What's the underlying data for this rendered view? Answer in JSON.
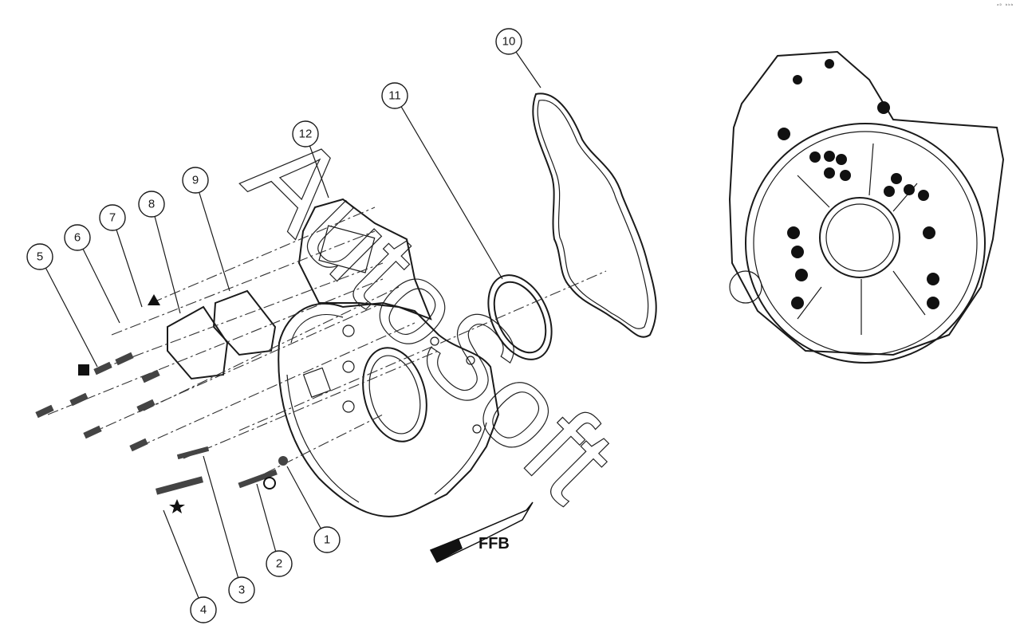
{
  "callouts": [
    {
      "label": "1"
    },
    {
      "label": "2"
    },
    {
      "label": "3"
    },
    {
      "label": "4"
    },
    {
      "label": "5"
    },
    {
      "label": "6"
    },
    {
      "label": "7"
    },
    {
      "label": "8"
    },
    {
      "label": "9"
    },
    {
      "label": "10"
    },
    {
      "label": "11"
    },
    {
      "label": "12"
    }
  ],
  "direction_label": "FFB",
  "watermark": "AutoSoft",
  "corner_mark": "ᵃᴰ ᵇᵇᵇ",
  "colors": {
    "line": "#1a1a1a",
    "background": "#ffffff"
  }
}
